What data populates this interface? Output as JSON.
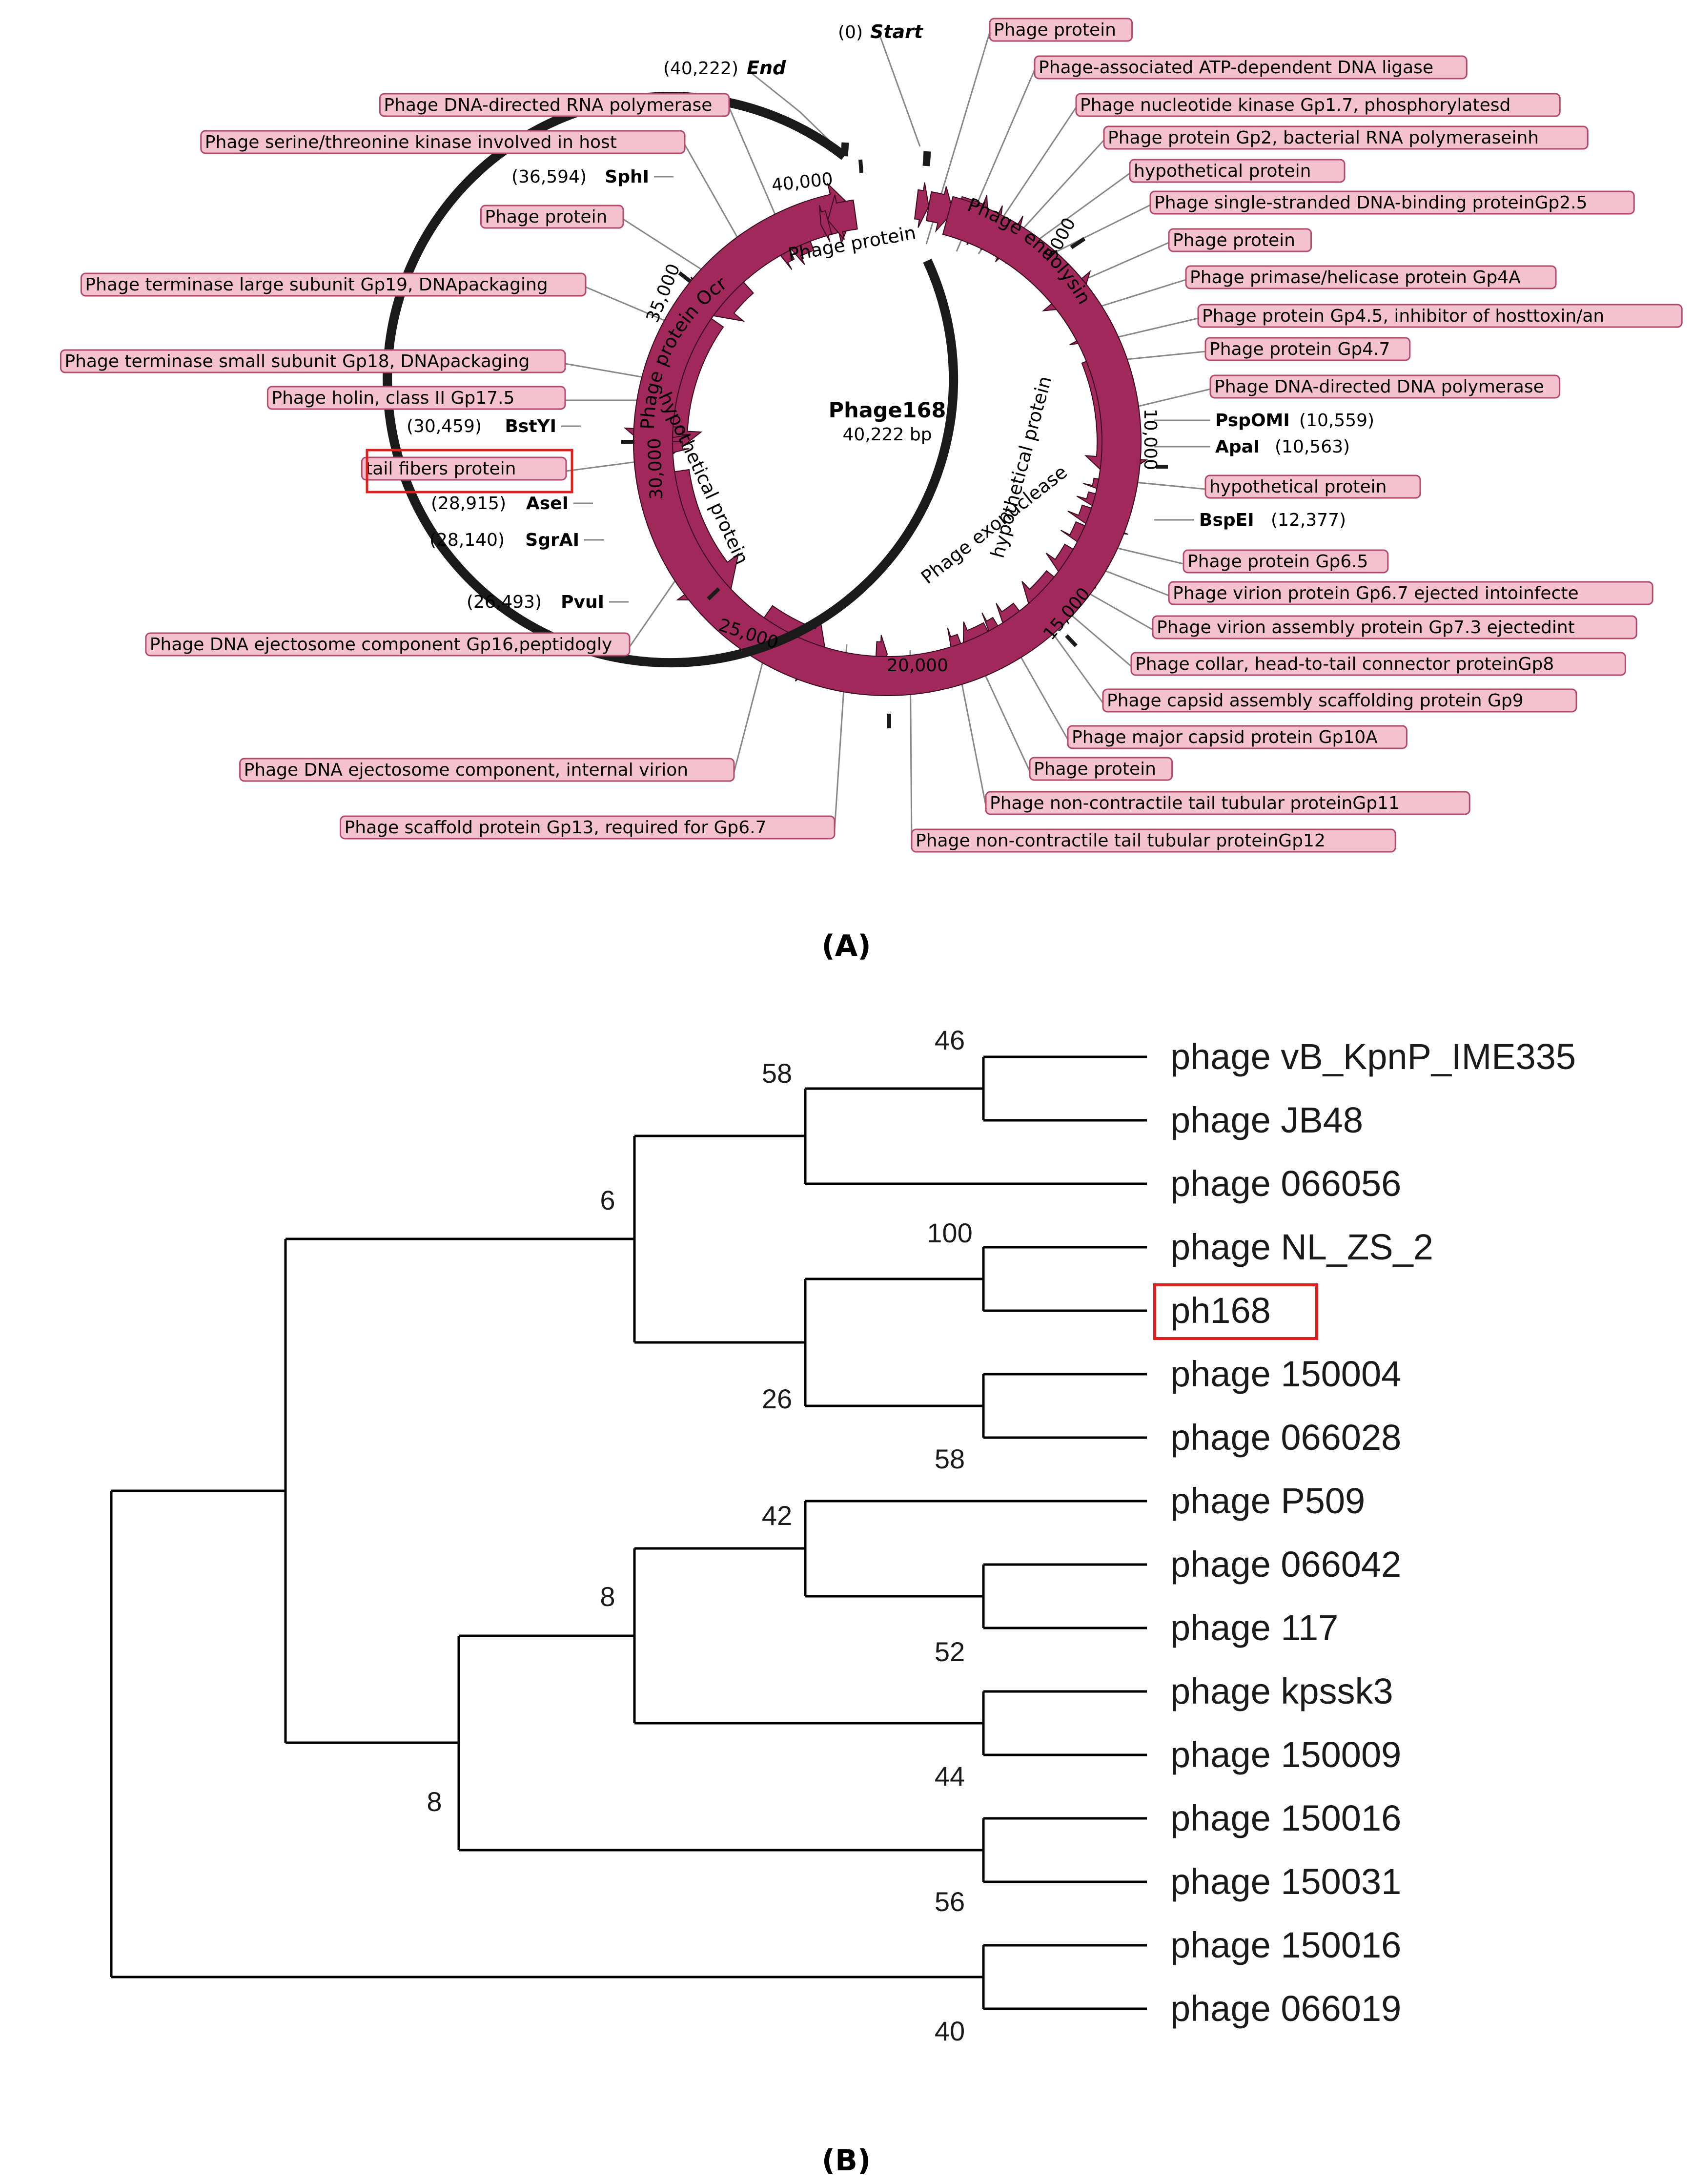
{
  "map": {
    "name": "Phage168",
    "length_label": "40,222 bp",
    "start": {
      "pos": "(0)",
      "label": "Start"
    },
    "end": {
      "pos": "(40,222)",
      "label": "End"
    },
    "ticks": [
      "5000",
      "10,000",
      "15,000",
      "20,000",
      "25,000",
      "30,000",
      "35,000",
      "40,000"
    ],
    "inner_labels": [
      "Phage protein",
      "Phage protein Ocr",
      "Phage endolysin",
      "hypothetical protein",
      "Phage exonuclease",
      "hypothetical protein"
    ],
    "features_right": [
      "Phage protein",
      "Phage-associated ATP-dependent DNA ligase",
      "Phage nucleotide kinase Gp1.7, phosphorylatesd",
      "Phage protein Gp2, bacterial RNA polymeraseinh",
      "hypothetical protein",
      "Phage single-stranded DNA-binding proteinGp2.5",
      "Phage protein",
      "Phage primase/helicase protein Gp4A",
      "Phage protein Gp4.5, inhibitor of hosttoxin/an",
      "Phage protein Gp4.7",
      "Phage DNA-directed DNA polymerase",
      "hypothetical protein",
      "Phage protein Gp6.5",
      "Phage virion protein Gp6.7 ejected intoinfecte",
      "Phage virion assembly protein Gp7.3 ejectedint",
      "Phage collar, head-to-tail connector proteinGp8",
      "Phage capsid assembly scaffolding protein Gp9",
      "Phage major capsid protein Gp10A",
      "Phage protein",
      "Phage non-contractile tail tubular proteinGp11",
      "Phage non-contractile tail tubular proteinGp12"
    ],
    "features_left": [
      "Phage DNA-directed RNA polymerase",
      "Phage serine/threonine kinase involved in host",
      "Phage protein",
      "Phage terminase large subunit Gp19, DNApackaging",
      "Phage terminase small subunit Gp18, DNApackaging",
      "Phage holin, class II Gp17.5",
      "tail fibers protein",
      "Phage DNA ejectosome component Gp16,peptidogly",
      "Phage DNA ejectosome component, internal virion",
      "Phage scaffold protein Gp13, required for Gp6.7"
    ],
    "sites_right": [
      {
        "name": "PspOMI",
        "pos": "(10,559)"
      },
      {
        "name": "ApaI",
        "pos": "(10,563)"
      },
      {
        "name": "BspEI",
        "pos": "(12,377)"
      }
    ],
    "sites_left": [
      {
        "name": "SphI",
        "pos": "(36,594)"
      },
      {
        "name": "BstYI",
        "pos": "(30,459)"
      },
      {
        "name": "AseI",
        "pos": "(28,915)"
      },
      {
        "name": "SgrAI",
        "pos": "(28,140)"
      },
      {
        "name": "PvuI",
        "pos": "(26,493)"
      }
    ],
    "colors": {
      "arrow": "#a0285a",
      "label_fill": "#f4c2cf",
      "label_stroke": "#b24a6e",
      "highlight": "#e0201e",
      "ring": "#1a1a1a"
    }
  },
  "panel_a_label": "(A)",
  "tree": {
    "leaves": [
      "phage vB_KpnP_IME335",
      "phage JB48",
      "phage 066056",
      "phage NL_ZS_2",
      "ph168",
      "phage 150004",
      "phage 066028",
      "phage P509",
      "phage 066042",
      "phage 117",
      "phage kpssk3",
      "phage 150009",
      "phage 150016",
      "phage 150031",
      "phage 150016",
      "phage 066019"
    ],
    "bootstrap": [
      "46",
      "58",
      "6",
      "100",
      "26",
      "58",
      "42",
      "8",
      "52",
      "44",
      "8",
      "56",
      "40"
    ]
  },
  "panel_b_label": "(B)"
}
